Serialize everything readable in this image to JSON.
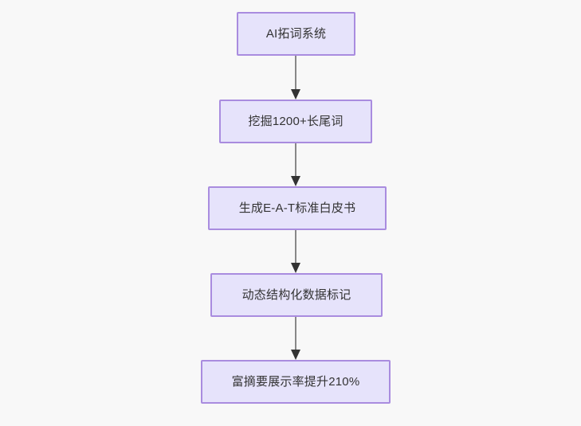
{
  "diagram": {
    "type": "flowchart",
    "direction": "top-to-bottom",
    "background_color": "#f8f8f8",
    "node_fill_color": "#e6e3fb",
    "node_border_color": "#a98cdf",
    "node_text_color": "#333333",
    "edge_color": "#888888",
    "arrowhead_color": "#333333",
    "nodes": [
      {
        "id": "n1",
        "label": "AI拓词系统"
      },
      {
        "id": "n2",
        "label": "挖掘1200+长尾词"
      },
      {
        "id": "n3",
        "label": "生成E-A-T标准白皮书"
      },
      {
        "id": "n4",
        "label": "动态结构化数据标记"
      },
      {
        "id": "n5",
        "label": "富摘要展示率提升210%"
      }
    ],
    "edges": [
      {
        "from": "n1",
        "to": "n2",
        "label": ""
      },
      {
        "from": "n2",
        "to": "n3",
        "label": ""
      },
      {
        "from": "n3",
        "to": "n4",
        "label": ""
      },
      {
        "from": "n4",
        "to": "n5",
        "label": ""
      }
    ]
  }
}
